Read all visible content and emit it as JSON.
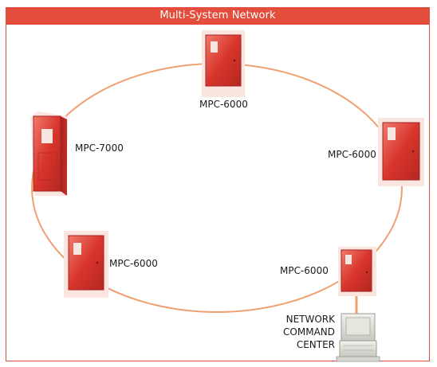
{
  "title": "Multi-System Network",
  "colors": {
    "accent": "#e24d3c",
    "ring": "#f0a070",
    "panel": "#d8352c",
    "panel_dark": "#a6221d",
    "panel_light": "#f0776a"
  },
  "panels": [
    {
      "label": "MPC-6000",
      "model": "small-panel"
    },
    {
      "label": "MPC-7000",
      "model": "tall-panel"
    },
    {
      "label": "MPC-6000",
      "model": "small-panel"
    },
    {
      "label": "MPC-6000",
      "model": "small-panel"
    },
    {
      "label": "MPC-6000",
      "model": "small-panel"
    }
  ],
  "command_center": {
    "line1": "NETWORK",
    "line2": "COMMAND",
    "line3": "CENTER"
  }
}
